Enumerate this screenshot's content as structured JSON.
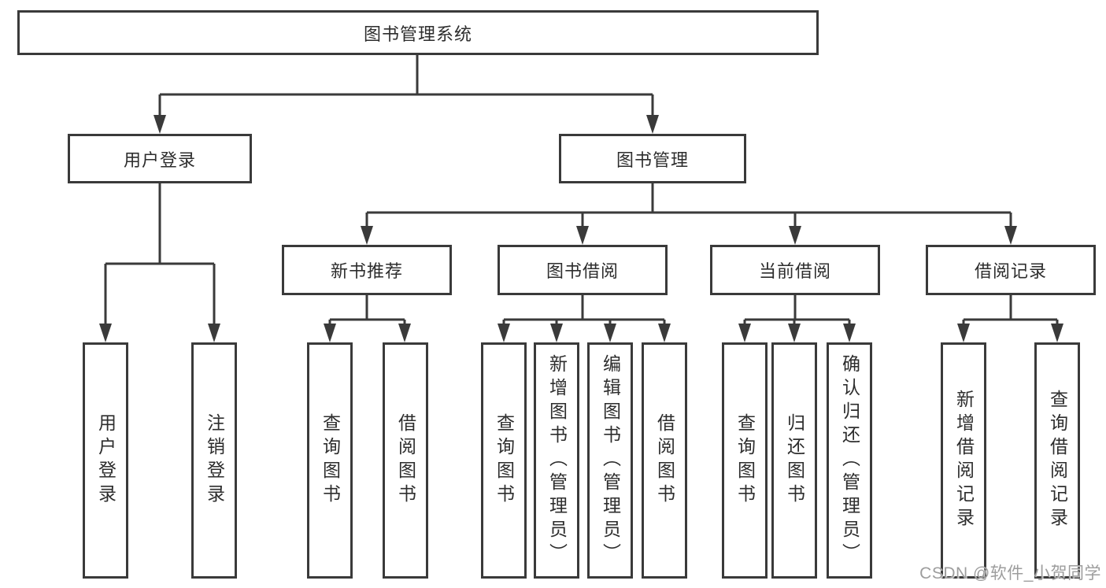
{
  "diagram": {
    "root": {
      "label": "图书管理系统"
    },
    "branches": [
      {
        "label": "用户登录",
        "children_labels": [
          "用户登录",
          "注销登录"
        ]
      },
      {
        "label": "图书管理"
      }
    ],
    "modules": [
      {
        "label": "新书推荐",
        "children_labels": [
          "查询图书",
          "借阅图书"
        ]
      },
      {
        "label": "图书借阅",
        "children_labels": [
          "查询图书",
          "新增图书（管理员）",
          "编辑图书（管理员）",
          "借阅图书"
        ]
      },
      {
        "label": "当前借阅",
        "children_labels": [
          "查询图书",
          "归还图书",
          "确认归还（管理员）"
        ]
      },
      {
        "label": "借阅记录",
        "children_labels": [
          "新增借阅记录",
          "查询借阅记录"
        ]
      }
    ]
  },
  "watermark": {
    "text": "CSDN @软件_小贺同学"
  },
  "colors": {
    "line": "#3a3a3a",
    "text": "#2d2d2d",
    "background": "#ffffff",
    "watermark": "#9d9d9d"
  }
}
